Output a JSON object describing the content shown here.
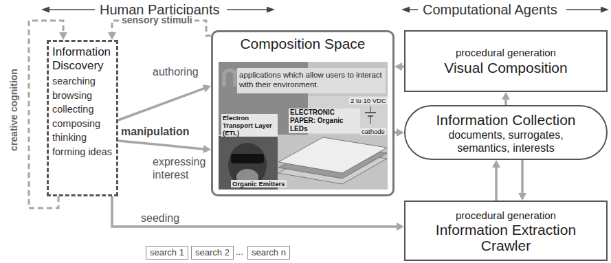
{
  "diagram": {
    "nodes": [
      {
        "text": [
          "Information Discovery",
          "searching browsing collecting composing thinking forming ideas"
        ]
      },
      {
        "text": [
          "Composition Space"
        ]
      },
      {
        "text": [
          "procedural generation",
          "Visual Composition"
        ]
      },
      {
        "text": [
          "Information Collection",
          "documents, surrogates, semantics, interests"
        ]
      },
      {
        "text": [
          "procedural generation",
          "Information Extraction Crawler"
        ]
      },
      {
        "text": [
          "search 1"
        ]
      },
      {
        "text": [
          "search 2"
        ]
      },
      {
        "text": [
          "search n"
        ]
      }
    ],
    "edges": [
      {
        "from": 0,
        "to": 1,
        "label": "authoring",
        "arrow": "to"
      },
      {
        "from": 0,
        "to": 1,
        "label": "expressing interest",
        "arrow": "to"
      },
      {
        "from": 1,
        "to": 0,
        "label": "sensory stimuli",
        "arrow": "to"
      },
      {
        "from": 0,
        "to": 0,
        "label": "creative cognition",
        "arrow": "to"
      },
      {
        "from": 0,
        "to": 4,
        "label": "seeding",
        "arrow": "to"
      },
      {
        "from": 1,
        "to": 3,
        "arrow": "to"
      },
      {
        "from": 2,
        "to": 1,
        "arrow": "to"
      },
      {
        "from": 3,
        "to": 2,
        "arrow": "to"
      },
      {
        "from": 4,
        "to": 3,
        "arrow": "to"
      },
      {
        "from": 3,
        "to": 4,
        "arrow": "to"
      }
    ],
    "labels": [
      "Human Participants",
      "Computational Agents",
      "manipulation",
      "...",
      "applications which allow users to interact with their environment.",
      "ELECTRONIC PAPER: Organic LEDs",
      "2 to 10 VDC",
      "cathode",
      "Electron Transport Layer (ETL)",
      "Organic Emitters"
    ]
  }
}
